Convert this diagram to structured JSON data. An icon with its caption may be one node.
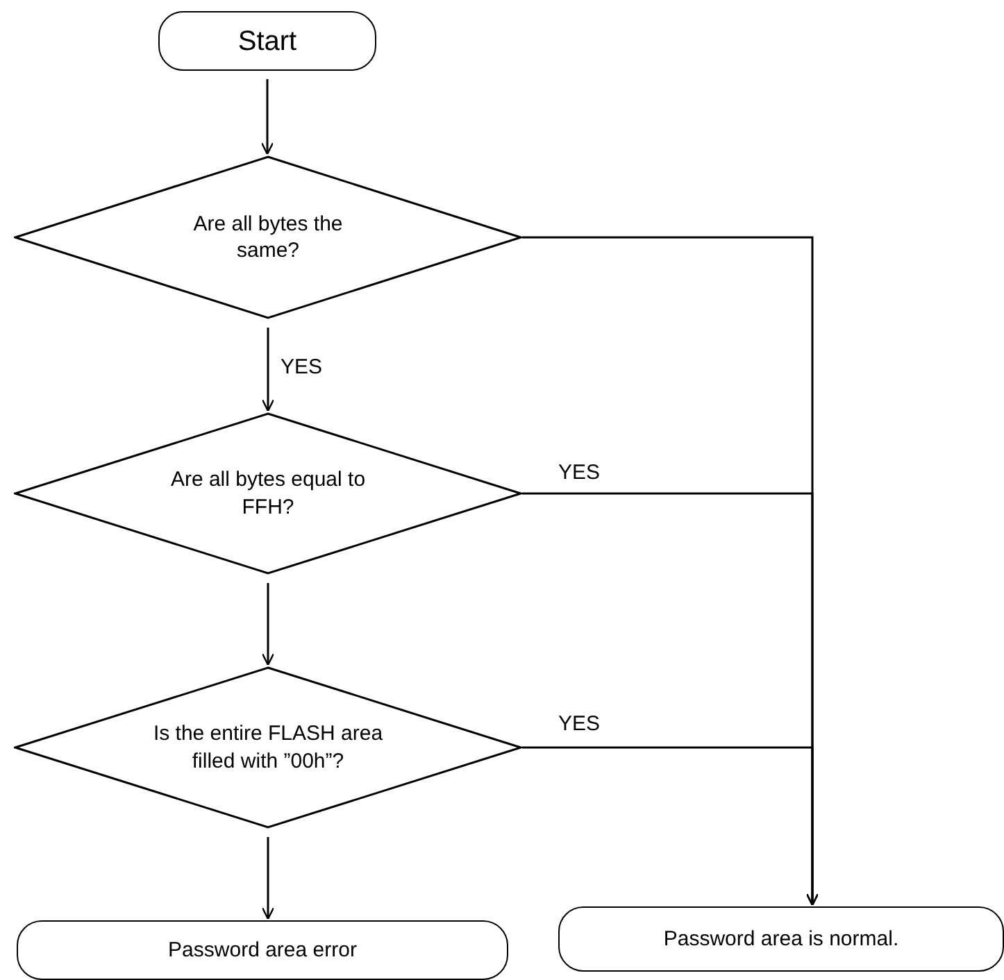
{
  "diagram": {
    "nodes": [
      {
        "text": [
          "Start"
        ]
      },
      {
        "text": [
          "Are all bytes the same?"
        ]
      },
      {
        "text": [
          "Are all bytes equal to FFH?"
        ]
      },
      {
        "text": [
          "Is the entire FLASH area filled with ”00h”?"
        ]
      },
      {
        "text": [
          "Password area error"
        ]
      },
      {
        "text": [
          "Password area is normal."
        ]
      }
    ],
    "edges": [
      {
        "from": 0,
        "to": 1,
        "arrow": "to"
      },
      {
        "from": 1,
        "to": 2,
        "arrow": "to",
        "label": "YES"
      },
      {
        "from": 2,
        "to": 3,
        "arrow": "to"
      },
      {
        "from": 3,
        "to": 4,
        "arrow": "to"
      },
      {
        "from": 1,
        "to": 5,
        "arrow": "to"
      },
      {
        "from": 2,
        "to": 5,
        "arrow": "to",
        "label": "YES"
      },
      {
        "from": 3,
        "to": 5,
        "arrow": "to",
        "label": "YES"
      }
    ]
  }
}
